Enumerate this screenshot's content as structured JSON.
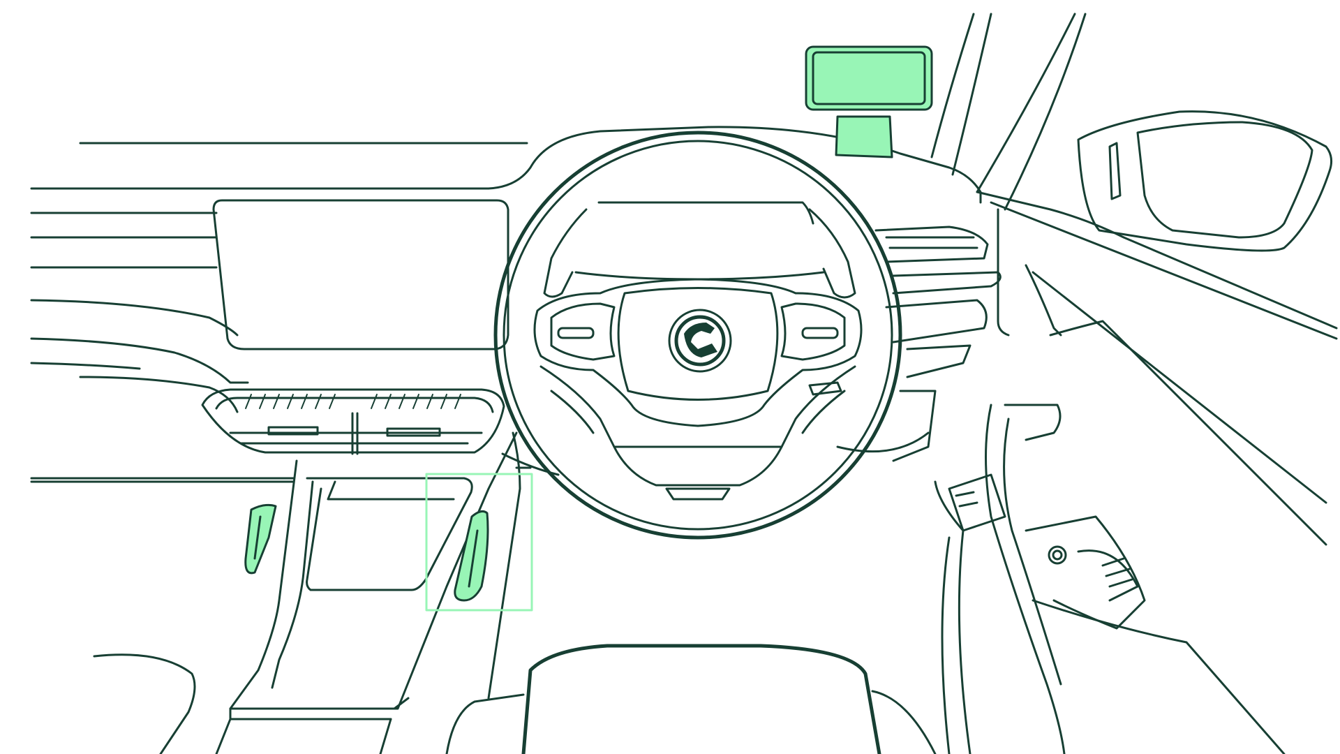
{
  "colors": {
    "background": "#ffffff",
    "line": "#173f33",
    "highlight_fill": "#98f5b6",
    "highlight_frame": "#98f5b6"
  },
  "highlights": [
    {
      "name": "rear-view-mirror-sensor",
      "style": "filled"
    },
    {
      "name": "left-paddle",
      "style": "filled"
    },
    {
      "name": "right-paddle",
      "style": "filled"
    },
    {
      "name": "paddle-callout",
      "style": "outlined-box"
    }
  ],
  "brand_emblem": {
    "icon": "skoda-arrow-logo"
  }
}
